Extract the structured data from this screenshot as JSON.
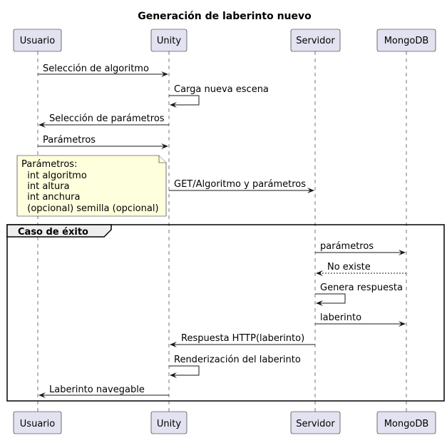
{
  "diagram": {
    "title": "Generación de laberinto nuevo",
    "participants": [
      {
        "id": "usuario",
        "label": "Usuario"
      },
      {
        "id": "unity",
        "label": "Unity"
      },
      {
        "id": "servidor",
        "label": "Servidor"
      },
      {
        "id": "mongodb",
        "label": "MongoDB"
      }
    ],
    "messages": [
      {
        "from": "usuario",
        "to": "unity",
        "label": "Selección de algoritmo",
        "style": "solid"
      },
      {
        "from": "unity",
        "to": "unity",
        "label": "Carga nueva escena",
        "style": "solid"
      },
      {
        "from": "unity",
        "to": "usuario",
        "label": "Selección de parámetros",
        "style": "solid"
      },
      {
        "from": "usuario",
        "to": "unity",
        "label": "Parámetros",
        "style": "solid"
      },
      {
        "from": "unity",
        "to": "servidor",
        "label": "GET/Algoritmo y parámetros",
        "style": "solid"
      },
      {
        "from": "servidor",
        "to": "mongodb",
        "label": "parámetros",
        "style": "solid"
      },
      {
        "from": "mongodb",
        "to": "servidor",
        "label": "No existe",
        "style": "dashed"
      },
      {
        "from": "servidor",
        "to": "servidor",
        "label": "Genera respuesta",
        "style": "solid"
      },
      {
        "from": "servidor",
        "to": "mongodb",
        "label": "laberinto",
        "style": "solid"
      },
      {
        "from": "servidor",
        "to": "unity",
        "label": "Respuesta HTTP(laberinto)",
        "style": "solid"
      },
      {
        "from": "unity",
        "to": "unity",
        "label": "Renderización del laberinto",
        "style": "solid"
      },
      {
        "from": "unity",
        "to": "usuario",
        "label": "Laberinto navegable",
        "style": "solid"
      }
    ],
    "note": {
      "lines": [
        "Parámetros:",
        "  int algoritmo",
        "  int altura",
        "  int anchura",
        "  (opcional) semilla (opcional)"
      ]
    },
    "fragment": {
      "label": "Caso de éxito"
    }
  }
}
